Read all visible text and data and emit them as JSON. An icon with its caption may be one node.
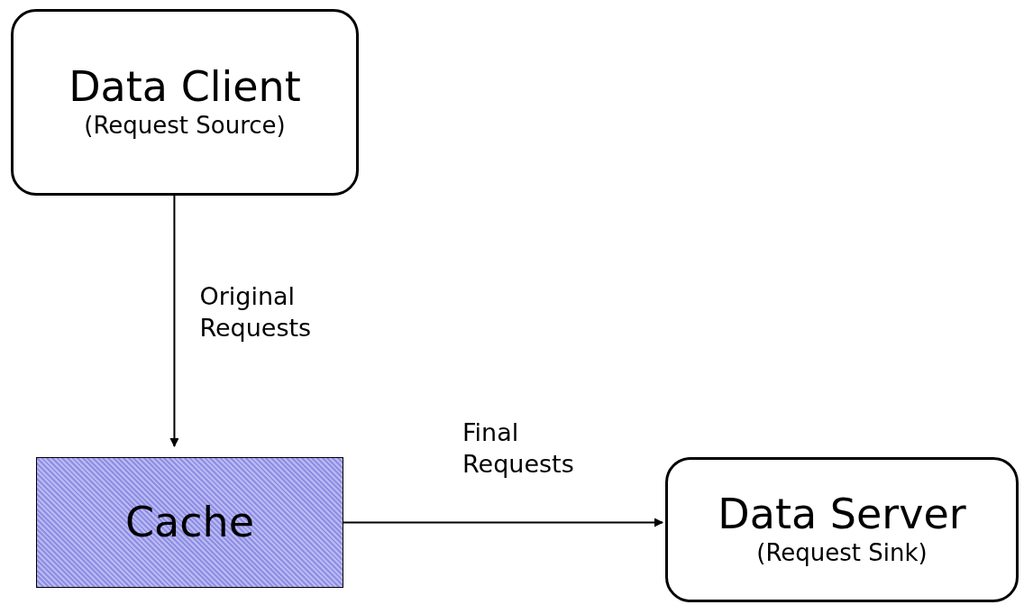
{
  "diagram": {
    "nodes": [
      {
        "text": [
          "Data Client",
          "(Request Source)"
        ]
      },
      {
        "text": [
          "Cache"
        ]
      },
      {
        "text": [
          "Data Server",
          "(Request Sink)"
        ]
      }
    ],
    "edges": [
      {
        "from": 0,
        "to": 1,
        "arrow": "to",
        "label": "Original Requests"
      },
      {
        "from": 1,
        "to": 2,
        "arrow": "to",
        "label": "Final Requests"
      }
    ]
  }
}
